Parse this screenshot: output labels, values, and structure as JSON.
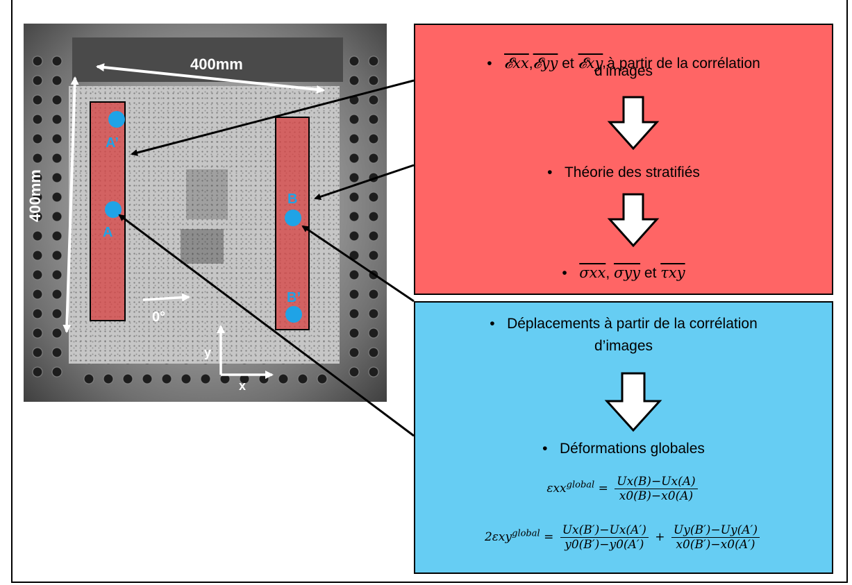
{
  "photo": {
    "dim_top": "400mm",
    "dim_left": "400mm",
    "angle_label": "0°",
    "axis_y": "y",
    "axis_x": "x",
    "points": {
      "A_prime": "A’",
      "A": "A",
      "B": "B",
      "B_prime": "B’"
    }
  },
  "red_box": {
    "bullet1_vars": [
      "𝓔xx",
      "𝓔yy",
      "𝓔xy"
    ],
    "bullet1_sep": ",",
    "bullet1_et": "et",
    "bullet1_text": "à partir de la corrélation",
    "bullet1_text2": "d’images",
    "bullet2": "Théorie des stratifiés",
    "bullet3_vars": [
      "σxx",
      "σyy",
      "τxy"
    ],
    "bullet3_et": "et"
  },
  "blue_box": {
    "bullet1": "Déplacements à partir de la corrélation",
    "bullet1_line2": "d’images",
    "bullet2": "Déformations globales",
    "eq1_lhs": "εxx",
    "eq1_sup": "global",
    "eq1_num": "Ux(B)−Ux(A)",
    "eq1_den": "x0(B)−x0(A)",
    "eq2_lhs": "2εxy",
    "eq2_sup": "global",
    "eq2_num1": "Ux(B′)−Ux(A′)",
    "eq2_den1": "y0(B′)−y0(A′)",
    "eq2_num2": "Uy(B′)−Uy(A′)",
    "eq2_den2": "x0(B′)−x0(A′)"
  },
  "colors": {
    "red_box": "#ff6565",
    "blue_box": "#66cdf3",
    "point": "#1fa3e6",
    "strip": "#d64545"
  }
}
